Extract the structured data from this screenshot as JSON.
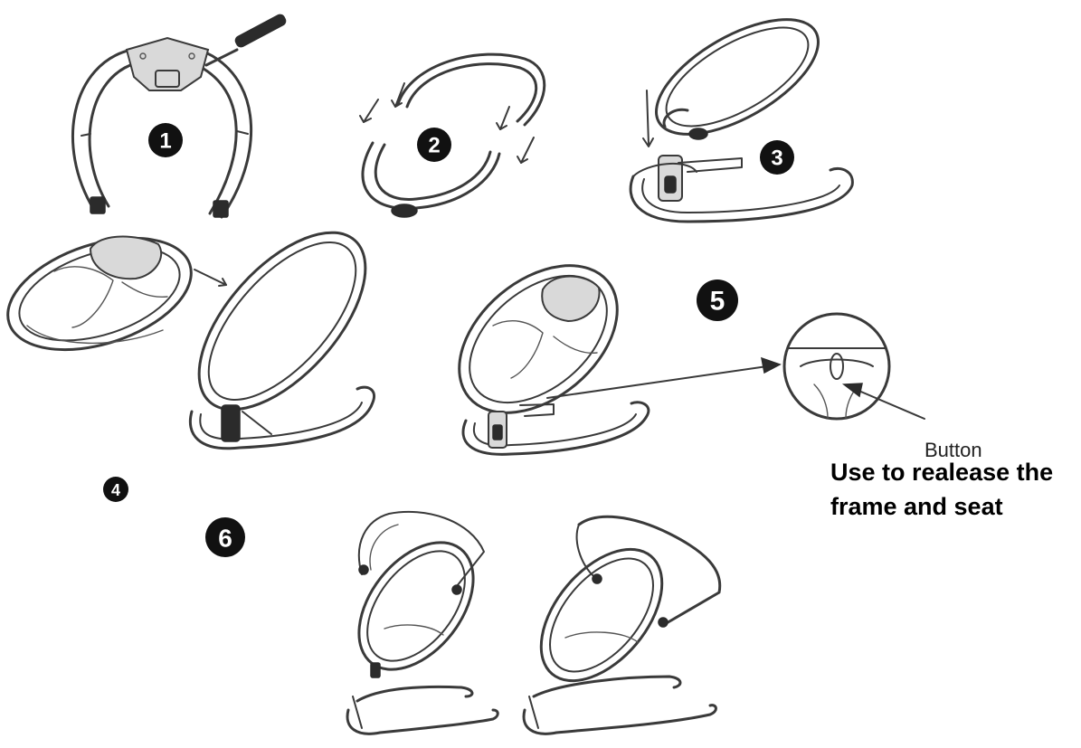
{
  "steps": {
    "s1": "1",
    "s2": "2",
    "s3": "3",
    "s4": "4",
    "s5": "5",
    "s6": "6"
  },
  "callout": {
    "label": "Button",
    "note_line1": "Use to realease the",
    "note_line2": "frame and seat"
  }
}
